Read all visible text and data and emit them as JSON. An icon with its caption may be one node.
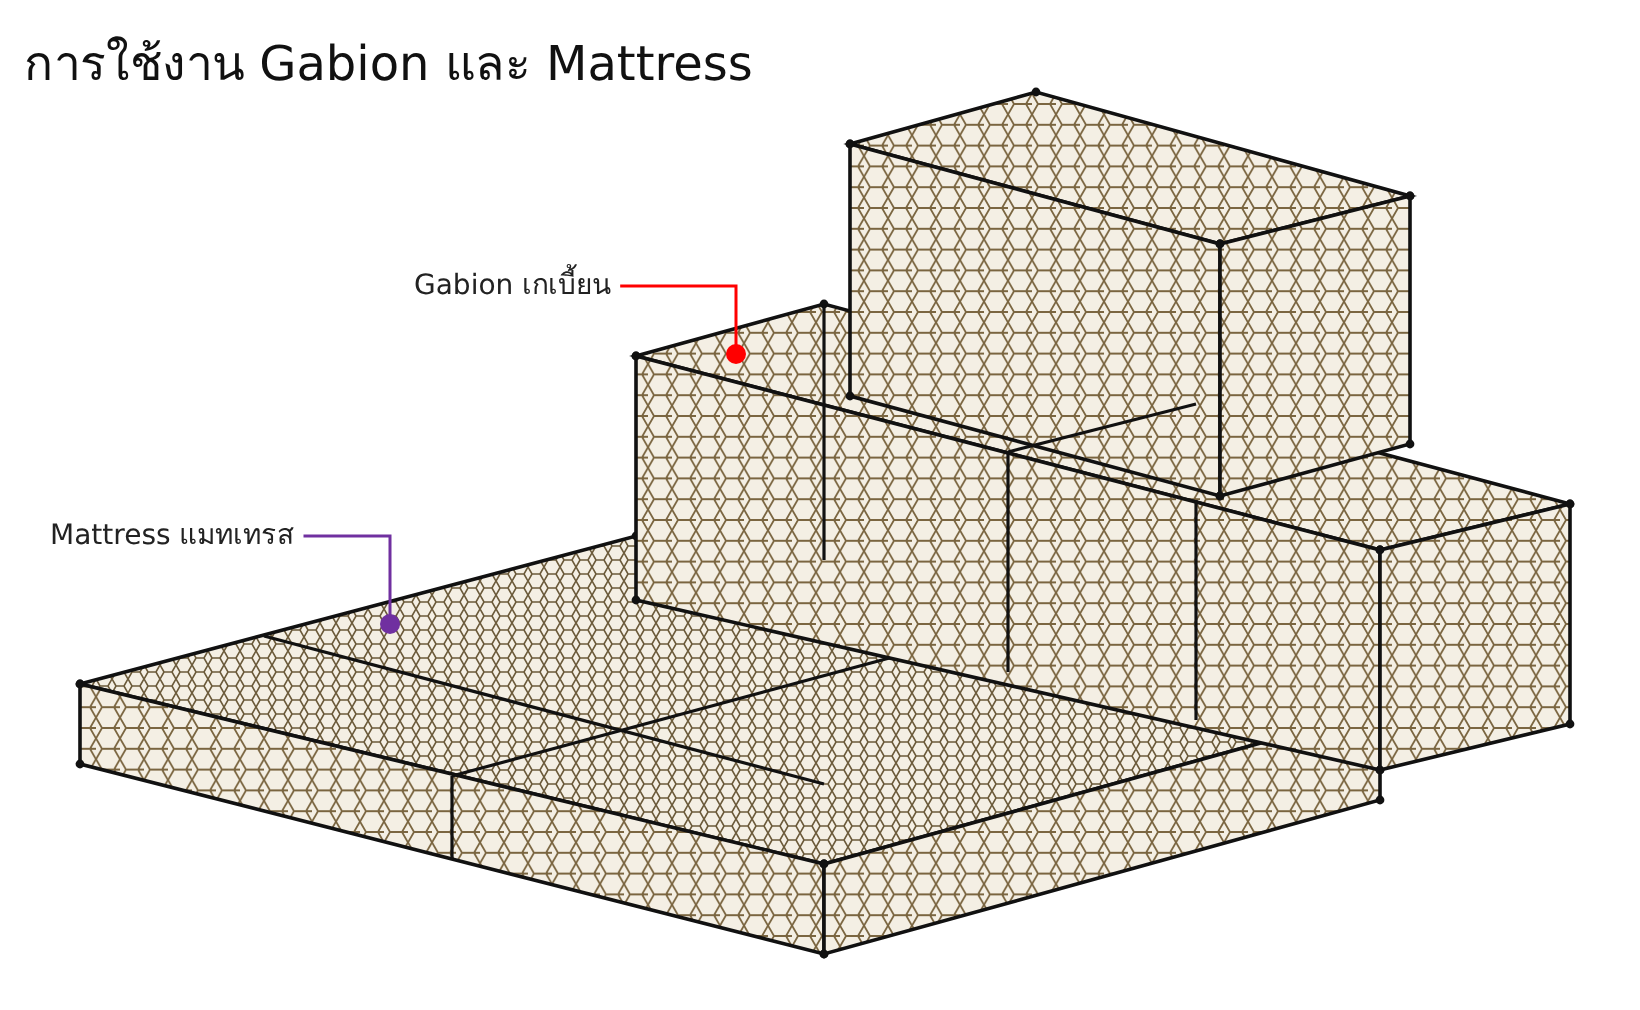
{
  "diagram": {
    "title": "การใช้งาน Gabion และ Mattress",
    "nodes": [
      {
        "text": [
          "Gabion เกเบี้ยน"
        ]
      },
      {
        "text": [],
        "shape": "picture"
      },
      {
        "text": [
          "Mattress แมทเทรส"
        ]
      },
      {
        "text": [],
        "shape": "picture"
      }
    ],
    "edges": [
      {
        "from": 0,
        "to": 1,
        "arrow": "other",
        "color": "#ff0000"
      },
      {
        "from": 2,
        "to": 3,
        "arrow": "other",
        "color": "#7030a0"
      }
    ]
  }
}
